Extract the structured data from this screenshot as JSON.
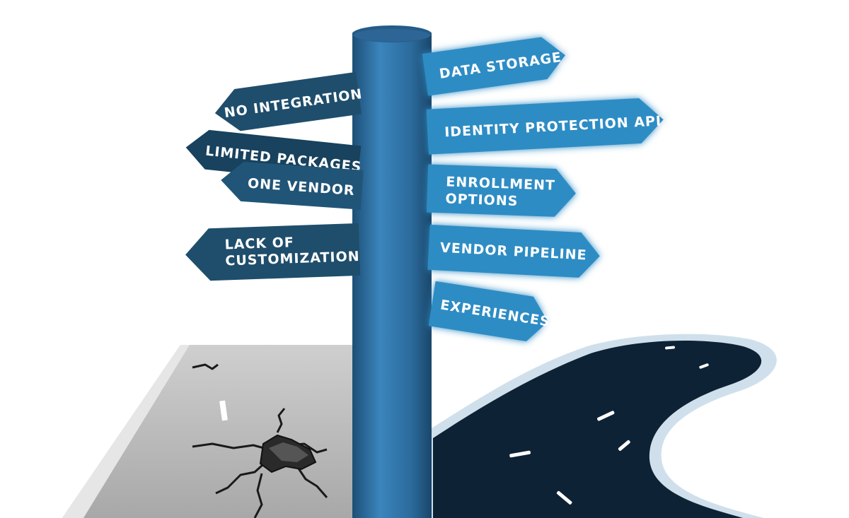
{
  "colors": {
    "post": "#2e6d9e",
    "post_highlight": "#4a93c7",
    "left_sign": "#1f4e6c",
    "right_sign": "#2f8cc4",
    "right_sign_glow": "#8fd3f5",
    "bad_road": "#b3b3b3",
    "good_road": "#0d2235",
    "road_edge": "#c9dbe8"
  },
  "left_signs": [
    {
      "label": "NO INTEGRATION"
    },
    {
      "label": "LIMITED PACKAGES"
    },
    {
      "label": "ONE VENDOR"
    },
    {
      "label": "LACK OF",
      "label_line2": "CUSTOMIZATION"
    }
  ],
  "right_signs": [
    {
      "label": "DATA STORAGE"
    },
    {
      "label": "IDENTITY PROTECTION API"
    },
    {
      "label": "ENROLLMENT",
      "label_line2": "OPTIONS"
    },
    {
      "label": "VENDOR PIPELINE"
    },
    {
      "label": "EXPERIENCES"
    }
  ],
  "icons": {
    "crack": "crack-icon",
    "road": "road-icon",
    "signpost": "signpost-icon"
  }
}
